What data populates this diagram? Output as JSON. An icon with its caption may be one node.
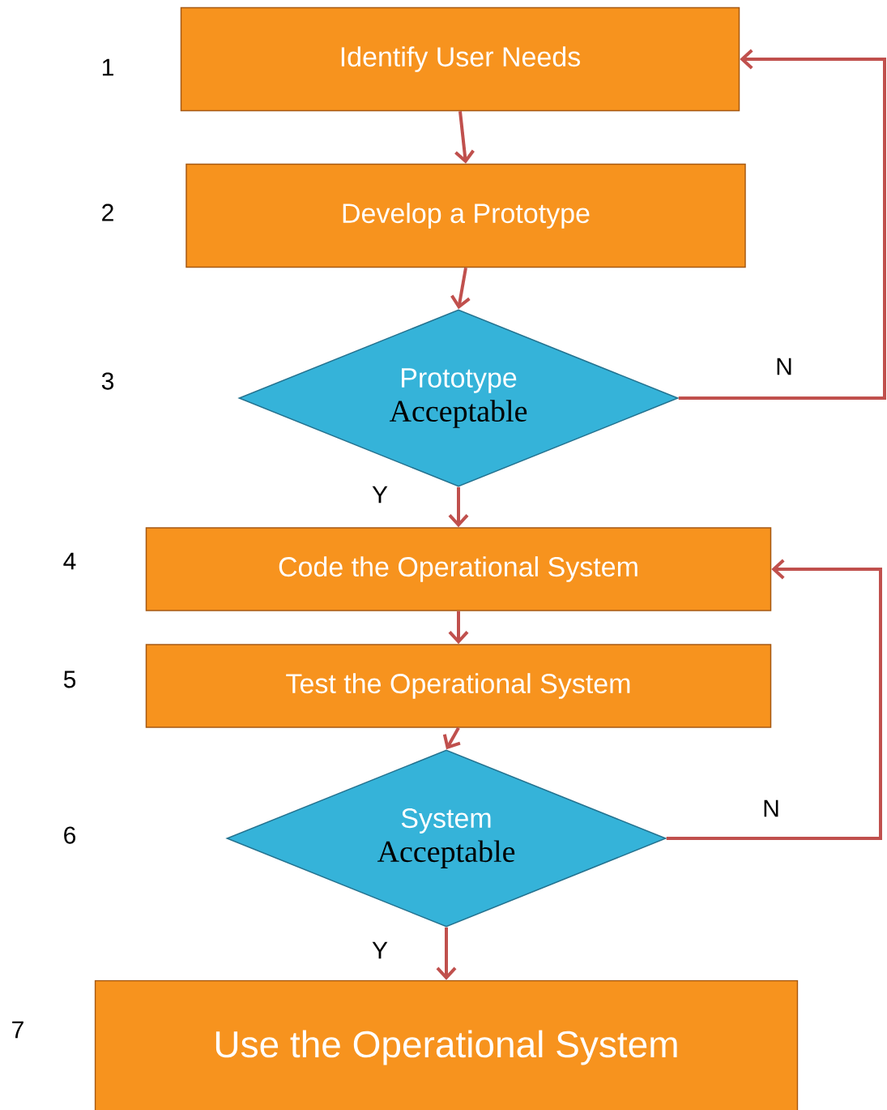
{
  "diagram": {
    "nodes": [
      {
        "text": [
          "Identify User Needs"
        ]
      },
      {
        "text": [
          "Develop a Prototype"
        ]
      },
      {
        "text": [
          "Prototype",
          "Acceptable"
        ]
      },
      {
        "text": [
          "Code the Operational System"
        ]
      },
      {
        "text": [
          "Test the Operational System"
        ]
      },
      {
        "text": [
          "System",
          "Acceptable"
        ]
      },
      {
        "text": [
          "Use the Operational System"
        ]
      }
    ],
    "edges": [
      {
        "from": 0,
        "to": 1,
        "arrow": "to"
      },
      {
        "from": 1,
        "to": 2,
        "arrow": "to"
      },
      {
        "from": 2,
        "to": 3,
        "arrow": "to",
        "label": "Y"
      },
      {
        "from": 2,
        "to": 0,
        "arrow": "to",
        "label": "N"
      },
      {
        "from": 3,
        "to": 4,
        "arrow": "to"
      },
      {
        "from": 4,
        "to": 5,
        "arrow": "to"
      },
      {
        "from": 5,
        "to": 6,
        "arrow": "to",
        "label": "Y"
      },
      {
        "from": 5,
        "to": 3,
        "arrow": "to",
        "label": "N"
      }
    ],
    "labels": [
      "1",
      "2",
      "3",
      "4",
      "5",
      "6",
      "7"
    ]
  }
}
